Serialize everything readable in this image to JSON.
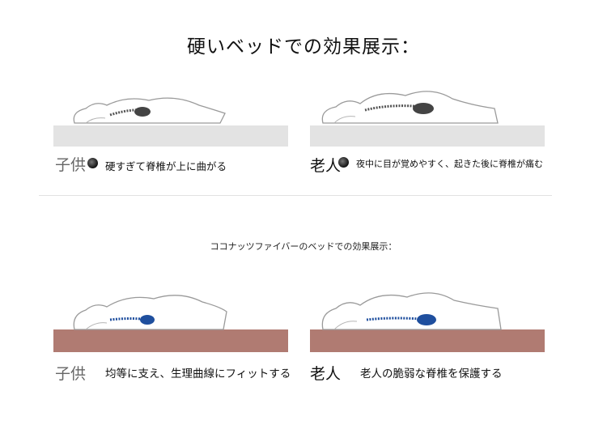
{
  "header": {
    "title": "硬いベッドでの効果展示："
  },
  "hard_bed": {
    "child": {
      "label": "子供",
      "caption": "硬すぎて脊椎が上に曲がる"
    },
    "elder": {
      "label": "老人",
      "caption": "夜中に目が覚めやすく、起きた後に脊椎が痛む"
    }
  },
  "coconut_bed": {
    "subtitle": "ココナッツファイバーのベッドでの効果展示：",
    "child": {
      "label": "子供",
      "caption": "均等に支え、生理曲線にフィットする"
    },
    "elder": {
      "label": "老人",
      "caption": "老人の脆弱な脊椎を保護する"
    }
  },
  "colors": {
    "hard_mattress": "#e3e3e3",
    "coconut_mattress": "#b07b72",
    "spine_dark": "#444444",
    "spine_blue": "#1f4f9e"
  }
}
